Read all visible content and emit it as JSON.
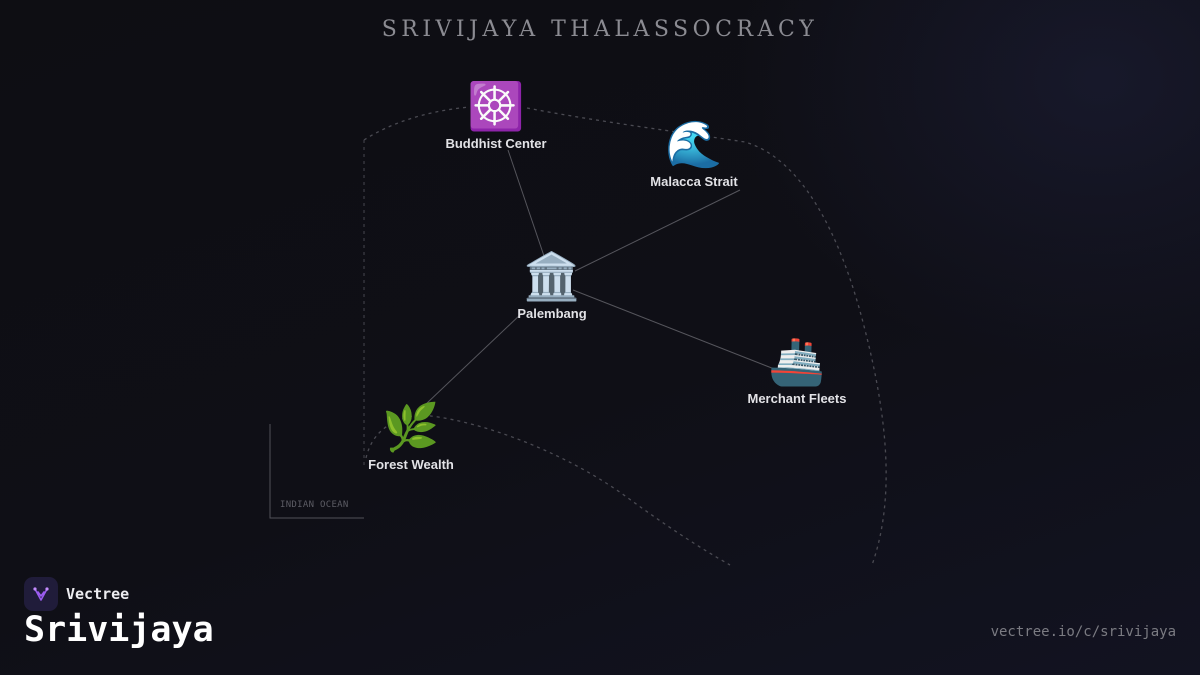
{
  "title": "SRIVIJAYA THALASSOCRACY",
  "nodes": [
    {
      "id": "buddhist-center",
      "label": "Buddhist Center",
      "icon": "☸️",
      "icon_name": "dharma-wheel-icon"
    },
    {
      "id": "malacca-strait",
      "label": "Malacca Strait",
      "icon": "🌊",
      "icon_name": "wave-icon"
    },
    {
      "id": "palembang",
      "label": "Palembang",
      "icon": "🏛️",
      "icon_name": "classical-building-icon"
    },
    {
      "id": "merchant-fleets",
      "label": "Merchant Fleets",
      "icon": "🚢",
      "icon_name": "ship-icon"
    },
    {
      "id": "forest-wealth",
      "label": "Forest Wealth",
      "icon": "🌿",
      "icon_name": "herb-icon"
    }
  ],
  "edges": [
    {
      "from": "palembang",
      "to": "buddhist-center"
    },
    {
      "from": "palembang",
      "to": "malacca-strait"
    },
    {
      "from": "palembang",
      "to": "merchant-fleets"
    },
    {
      "from": "palembang",
      "to": "forest-wealth"
    }
  ],
  "map_label": "INDIAN OCEAN",
  "brand": {
    "name": "Vectree",
    "logo_icon": "vectree-logo-icon"
  },
  "map_name": "Srivijaya",
  "url": "vectree.io/c/srivijaya",
  "colors": {
    "background": "#0d0d12",
    "title": "#8b8b92",
    "edge": "#55555c",
    "boundary": "#4a4a52",
    "brand_accent": "#9b5cf0"
  }
}
